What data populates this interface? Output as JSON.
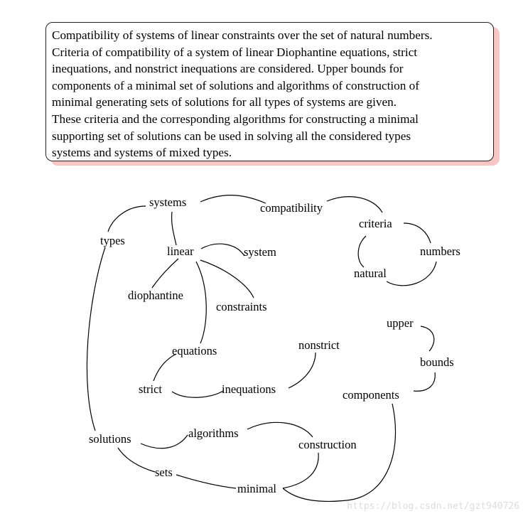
{
  "abstract": {
    "lines": [
      "Compatibility of systems of linear constraints over the set of natural numbers.",
      "Criteria of compatibility of a system of linear Diophantine equations, strict",
      "inequations, and nonstrict inequations are considered. Upper bounds for",
      "components of a minimal set of solutions and algorithms of construction of",
      "minimal generating sets of solutions for all types of systems are given.",
      "These criteria and the corresponding algorithms for constructing a minimal",
      "supporting set of solutions can be used in solving all the considered  types",
      "systems and systems of mixed types."
    ],
    "shadow_color": "#f7c5c5"
  },
  "diagram": {
    "nodes": {
      "systems": "systems",
      "compatibility": "compatibility",
      "criteria": "criteria",
      "types": "types",
      "linear": "linear",
      "system": "system",
      "numbers": "numbers",
      "natural": "natural",
      "diophantine": "diophantine",
      "constraints": "constraints",
      "upper": "upper",
      "nonstrict": "nonstrict",
      "equations": "equations",
      "bounds": "bounds",
      "strict": "strict",
      "inequations": "inequations",
      "components": "components",
      "algorithms": "algorithms",
      "solutions": "solutions",
      "construction": "construction",
      "sets": "sets",
      "minimal": "minimal"
    },
    "edges": [
      [
        "types",
        "systems"
      ],
      [
        "systems",
        "compatibility"
      ],
      [
        "compatibility",
        "criteria"
      ],
      [
        "systems",
        "linear"
      ],
      [
        "linear",
        "system"
      ],
      [
        "criteria",
        "numbers"
      ],
      [
        "criteria",
        "natural"
      ],
      [
        "natural",
        "numbers"
      ],
      [
        "linear",
        "diophantine"
      ],
      [
        "linear",
        "constraints"
      ],
      [
        "linear",
        "equations"
      ],
      [
        "upper",
        "bounds"
      ],
      [
        "bounds",
        "components"
      ],
      [
        "equations",
        "strict"
      ],
      [
        "strict",
        "inequations"
      ],
      [
        "inequations",
        "nonstrict"
      ],
      [
        "types",
        "solutions"
      ],
      [
        "solutions",
        "algorithms"
      ],
      [
        "algorithms",
        "construction"
      ],
      [
        "solutions",
        "sets"
      ],
      [
        "sets",
        "minimal"
      ],
      [
        "construction",
        "minimal"
      ],
      [
        "components",
        "minimal"
      ]
    ]
  },
  "watermark": "https://blog.csdn.net/gzt940726"
}
